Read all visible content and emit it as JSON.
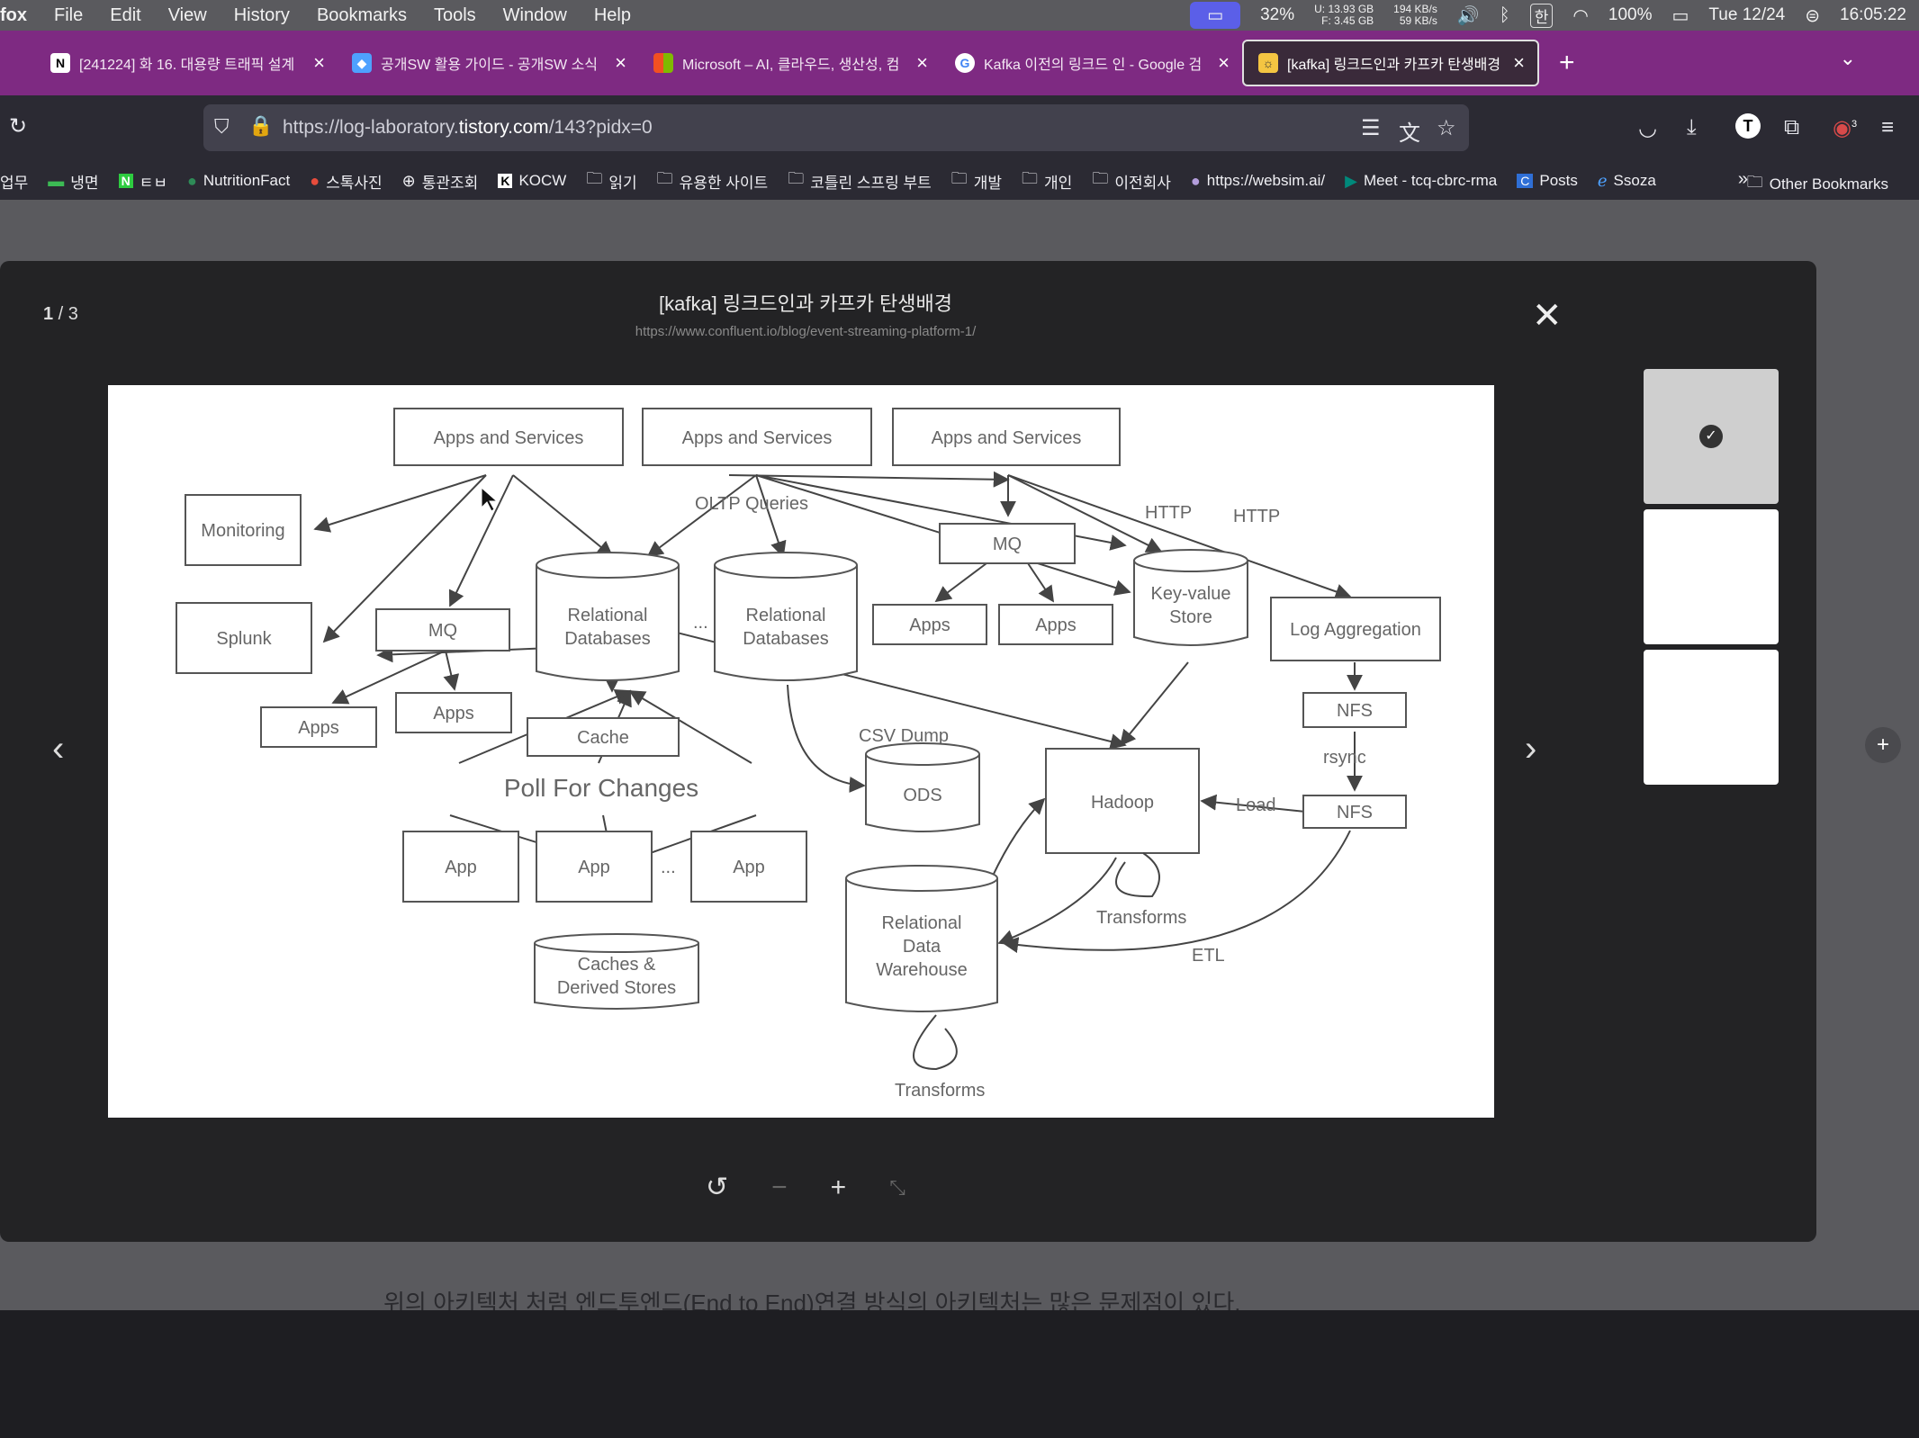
{
  "menubar": {
    "app": "fox",
    "items": [
      "File",
      "Edit",
      "View",
      "History",
      "Bookmarks",
      "Tools",
      "Window",
      "Help"
    ],
    "cpu": "32%",
    "mem_u": "U: 13.93 GB",
    "mem_f": "F: 3.45 GB",
    "net_up": "194 KB/s",
    "net_down": "59 KB/s",
    "ime": "한",
    "battery": "100%",
    "date": "Tue 12/24",
    "time": "16:05:22"
  },
  "tabs": [
    {
      "label": "[241224] 화 16. 대용량 트래픽 설계",
      "icon": "notion-icon",
      "color": "#ffffff"
    },
    {
      "label": "공개SW 활용 가이드 - 공개SW 소식",
      "icon": "oss-icon",
      "color": "#4ea1ff"
    },
    {
      "label": "Microsoft – AI, 클라우드, 생산성, 컴",
      "icon": "microsoft-icon",
      "color": "#f25022"
    },
    {
      "label": "Kafka 이전의 링크드 인 - Google 검",
      "icon": "google-icon",
      "color": "#ffffff"
    },
    {
      "label": "[kafka] 링크드인과 카프카 탄생배경",
      "icon": "tistory-icon",
      "color": "#f4c542",
      "active": true
    }
  ],
  "navbar": {
    "url_prefix": "https://log-laboratory.",
    "url_domain": "tistory.com",
    "url_path": "/143?pidx=0",
    "badge_count": "3"
  },
  "bookmarks": [
    {
      "label": "업무",
      "icon": "folder-icon"
    },
    {
      "label": "냉면",
      "icon": "app-icon"
    },
    {
      "label": "ㅌㅂ",
      "icon": "n-icon"
    },
    {
      "label": "NutritionFact",
      "icon": "leaf-icon"
    },
    {
      "label": "스톡사진",
      "icon": "photo-icon"
    },
    {
      "label": "통관조회",
      "icon": "globe-icon"
    },
    {
      "label": "KOCW",
      "icon": "k-icon"
    },
    {
      "label": "읽기",
      "icon": "folder-icon"
    },
    {
      "label": "유용한 사이트",
      "icon": "folder-icon"
    },
    {
      "label": "코틀린 스프링 부트",
      "icon": "folder-icon"
    },
    {
      "label": "개발",
      "icon": "folder-icon"
    },
    {
      "label": "개인",
      "icon": "folder-icon"
    },
    {
      "label": "이전회사",
      "icon": "folder-icon"
    },
    {
      "label": "https://websim.ai/",
      "icon": "websim-icon"
    },
    {
      "label": "Meet - tcq-cbrc-rma",
      "icon": "meet-icon"
    },
    {
      "label": "Posts",
      "icon": "c-icon"
    },
    {
      "label": "Ssoza",
      "icon": "e-icon"
    }
  ],
  "bookmarks_other": "Other Bookmarks",
  "lightbox": {
    "counter_current": "1",
    "counter_sep": " / ",
    "counter_total": "3",
    "title": "[kafka] 링크드인과 카프카 탄생배경",
    "source": "https://www.confluent.io/blog/event-streaming-platform-1/"
  },
  "diagram": {
    "apps_services": "Apps and Services",
    "monitoring": "Monitoring",
    "splunk": "Splunk",
    "mq": "MQ",
    "apps": "Apps",
    "relational_db_1": "Relational",
    "relational_db_2": "Databases",
    "ellipsis": "...",
    "key_value_1": "Key-value",
    "key_value_2": "Store",
    "log_aggregation": "Log Aggregation",
    "nfs": "NFS",
    "rsync": "rsync",
    "load": "Load",
    "cache": "Cache",
    "poll_for_changes": "Poll For Changes",
    "csv_dump": "CSV Dump",
    "ods": "ODS",
    "hadoop": "Hadoop",
    "app": "App",
    "caches_derived_1": "Caches &",
    "caches_derived_2": "Derived Stores",
    "rdw_1": "Relational",
    "rdw_2": "Data",
    "rdw_3": "Warehouse",
    "transforms": "Transforms",
    "etl": "ETL",
    "oltp": "OLTP Queries",
    "http": "HTTP"
  },
  "body_text": "위의 아키텍처 처럼 엔드투엔드(End to End)연결 방식의 아키텍처는 많은 문제점이 있다."
}
